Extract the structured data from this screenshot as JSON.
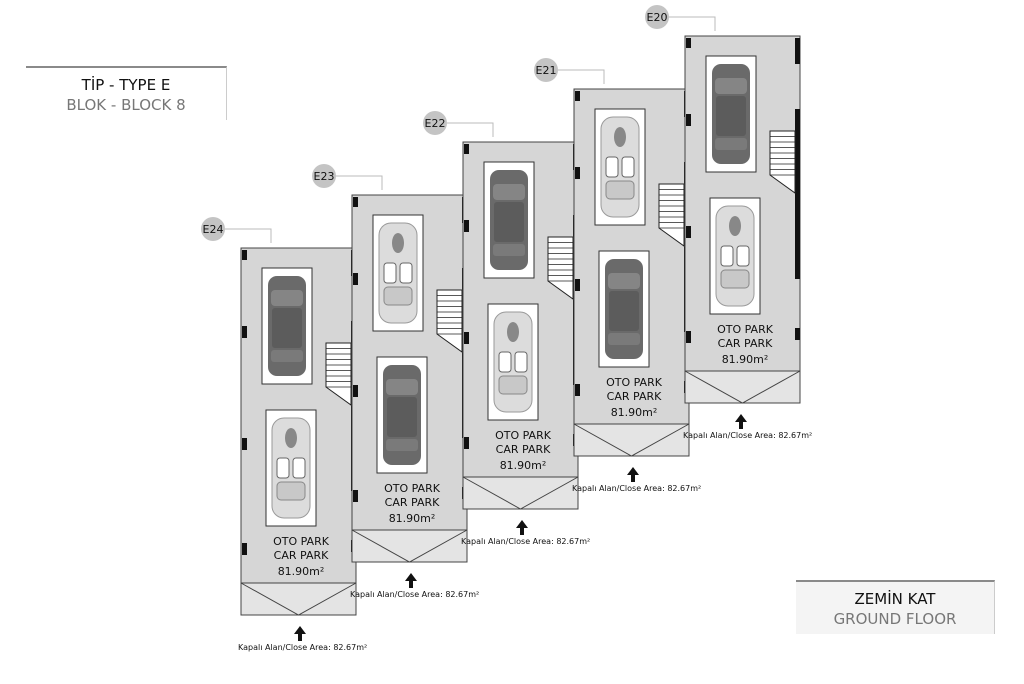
{
  "title": {
    "type": "TİP - TYPE E",
    "block": "BLOK - BLOCK 8"
  },
  "floor": {
    "tr": "ZEMİN KAT",
    "en": "GROUND FLOOR"
  },
  "units": [
    {
      "label": "E24",
      "park_tr": "OTO PARK",
      "park_en": "CAR PARK",
      "park_area": "81.90m²",
      "close_area": "Kapalı Alan/Close Area: 82.67m²",
      "cars": [
        "sedan-icon",
        "convertible-icon"
      ]
    },
    {
      "label": "E23",
      "park_tr": "OTO PARK",
      "park_en": "CAR PARK",
      "park_area": "81.90m²",
      "close_area": "Kapalı Alan/Close Area: 82.67m²",
      "cars": [
        "convertible-icon",
        "sedan-icon"
      ]
    },
    {
      "label": "E22",
      "park_tr": "OTO PARK",
      "park_en": "CAR PARK",
      "park_area": "81.90m²",
      "close_area": "Kapalı Alan/Close Area: 82.67m²",
      "cars": [
        "sedan-icon",
        "convertible-icon"
      ]
    },
    {
      "label": "E21",
      "park_tr": "OTO PARK",
      "park_en": "CAR PARK",
      "park_area": "81.90m²",
      "close_area": "Kapalı Alan/Close Area: 82.67m²",
      "cars": [
        "convertible-icon",
        "sedan-icon"
      ]
    },
    {
      "label": "E20",
      "park_tr": "OTO PARK",
      "park_en": "CAR PARK",
      "park_area": "81.90m²",
      "close_area": "Kapalı Alan/Close Area: 82.67m²",
      "cars": [
        "sedan-icon",
        "convertible-icon"
      ]
    }
  ]
}
